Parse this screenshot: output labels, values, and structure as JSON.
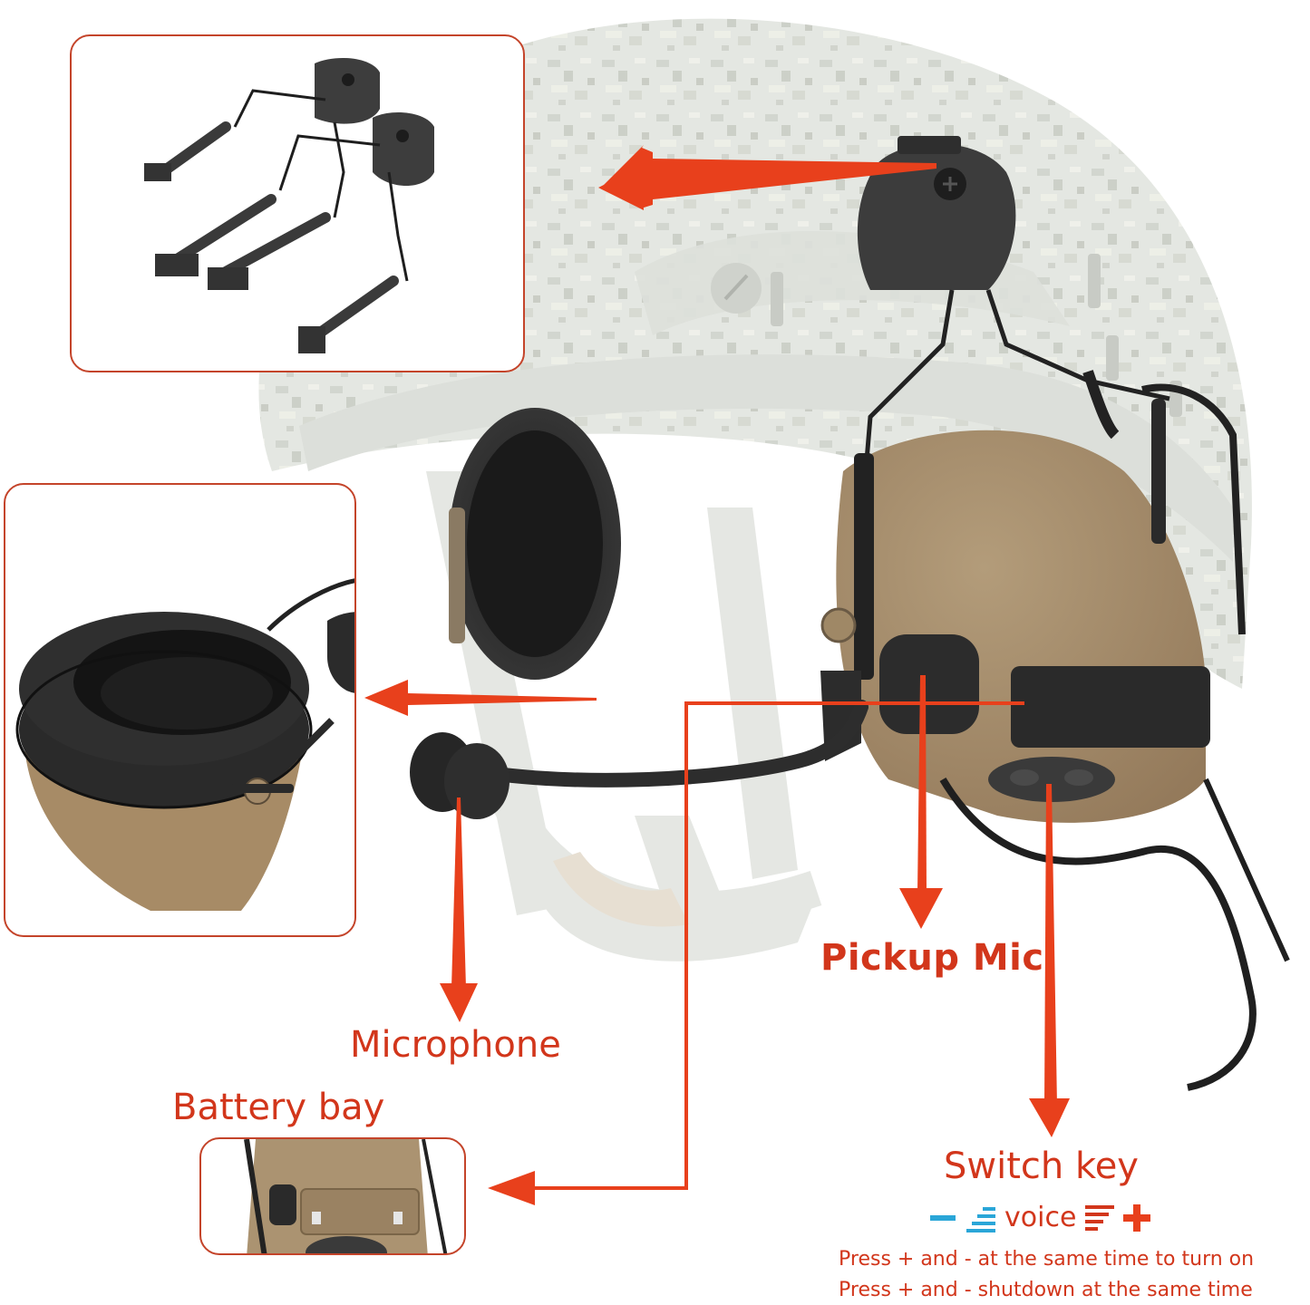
{
  "image": {
    "description": "Product diagram of tactical headset mounted on helmet with callout insets"
  },
  "callouts": {
    "arc_rail_adapter": {
      "label": ""
    },
    "ear_cushion": {
      "label": ""
    },
    "microphone": {
      "label": "Microphone"
    },
    "pickup_mic": {
      "label": "Pickup Mic"
    },
    "battery_bay": {
      "label": "Battery bay"
    },
    "switch_key": {
      "label": "Switch key"
    }
  },
  "switch_key": {
    "minus_symbol": "−",
    "voice_label": "voice",
    "plus_symbol": "+",
    "instructions": [
      "Press + and -  at the same time to turn on",
      "Press + and - shutdown at the same time"
    ]
  },
  "colors": {
    "accent_red": "#d2361b",
    "arrow_red": "#e8401c",
    "inset_border": "#c4442a",
    "minus_blue": "#2aa6d8",
    "tan": "#a38a69",
    "black_part": "#2b2b2b",
    "helmet_gray": "#e6e8e4"
  }
}
